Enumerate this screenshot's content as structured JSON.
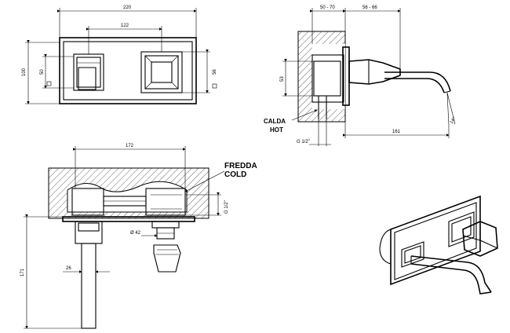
{
  "front_view": {
    "dim_overall_width": "220",
    "dim_spacing": "122",
    "dim_height_left": "100",
    "dim_handle_left": "50",
    "dim_handle_right": "56"
  },
  "side_view": {
    "dim_wall_depth": "50 - 70",
    "dim_spout_body": "56 - 66",
    "dim_height": "53",
    "dim_spout_length": "161",
    "dim_spout_angle": "14°",
    "dim_thread": "G 1/2\"",
    "hot_label_it": "CALDA",
    "hot_label_en": "HOT"
  },
  "top_section_view": {
    "dim_width": "172",
    "dim_thread": "G 1/2\"",
    "dim_outlet": "Ø 42",
    "dim_depth": "171",
    "dim_pipe": "26",
    "cold_label_it": "FREDDA",
    "cold_label_en": "COLD"
  }
}
